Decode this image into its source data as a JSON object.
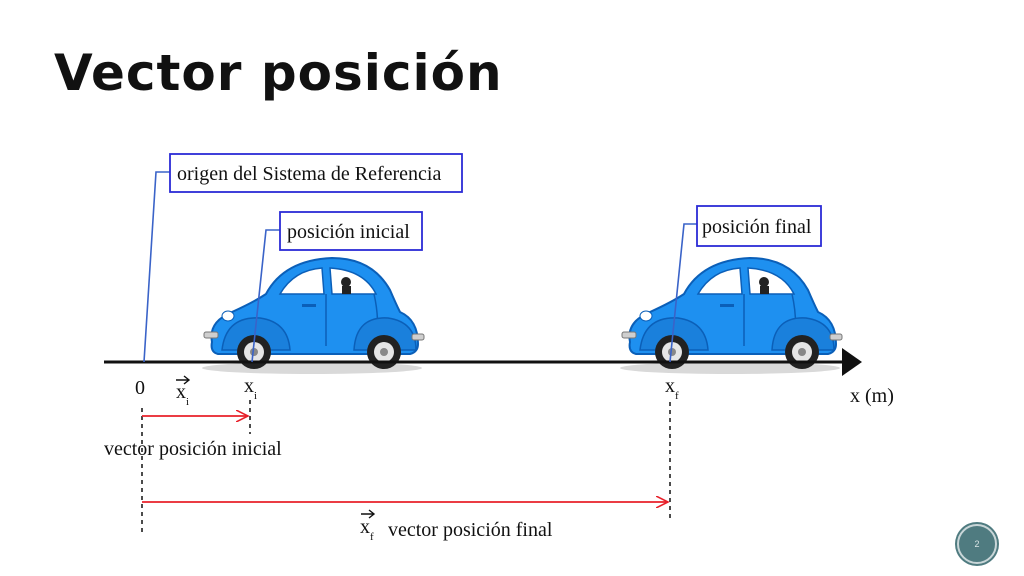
{
  "slide": {
    "title": "Vector posición",
    "page_number": "2"
  },
  "labels": {
    "origin_box": "origen del Sistema de Referencia",
    "initial_box": "posición inicial",
    "final_box": "posición final",
    "zero": "0",
    "xi_vec": "x",
    "xi_vec_sub": "i",
    "xi_point": "x",
    "xi_point_sub": "i",
    "xf_point": "x",
    "xf_point_sub": "f",
    "axis_label": "x (m)",
    "initial_vector_caption": "vector posición inicial",
    "xf_vec": "x",
    "xf_vec_sub": "f",
    "final_vector_caption": "vector posición final"
  },
  "colors": {
    "box_border": "#2b2bd6",
    "leader_line": "#3a63c8",
    "vector_arrow": "#e8202a",
    "axis": "#111111",
    "car_body": "#1e90f0",
    "car_dark": "#0b5fb8"
  }
}
